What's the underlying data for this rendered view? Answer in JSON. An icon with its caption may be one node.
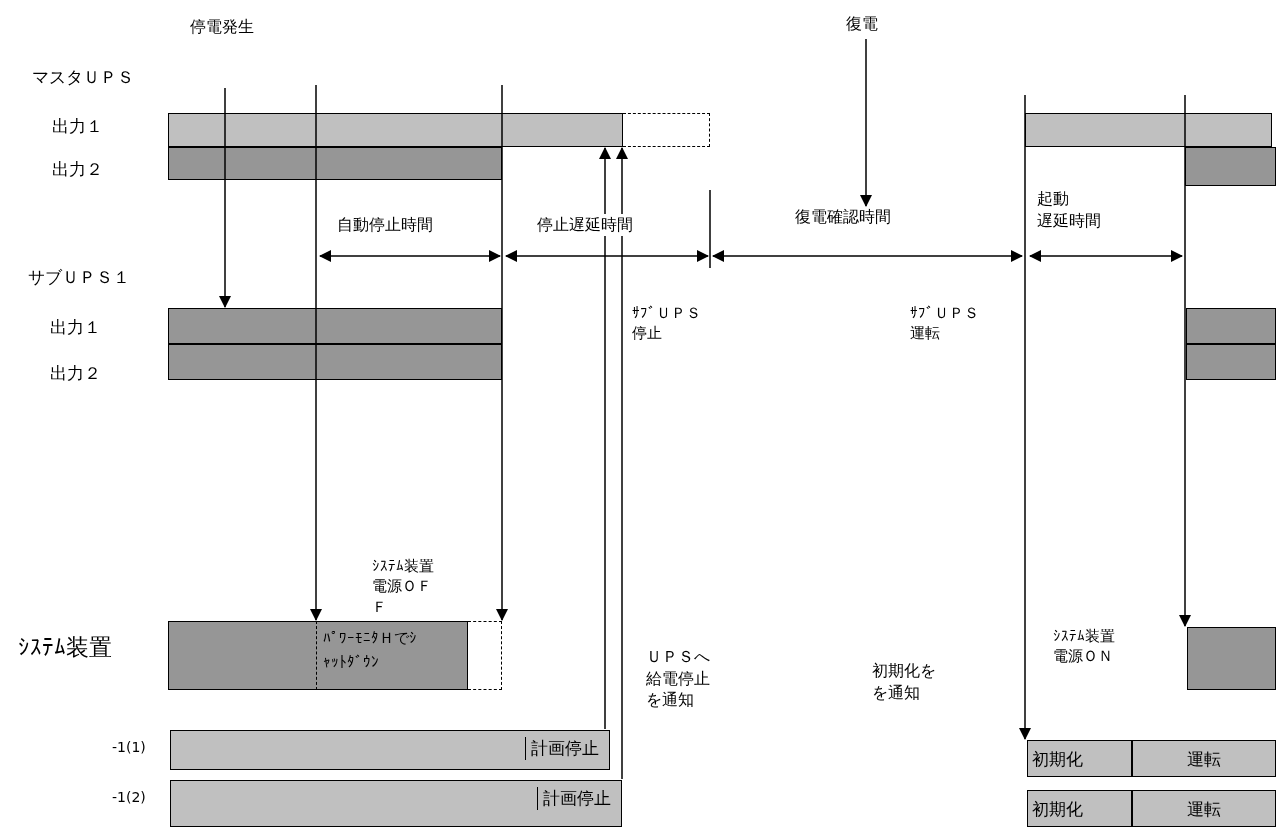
{
  "diagram": {
    "nodes": [
      {
        "text": [],
        "shape": "bar"
      },
      {
        "text": [],
        "shape": "box"
      },
      {
        "text": [],
        "shape": "bar"
      },
      {
        "text": [],
        "shape": "bar"
      },
      {
        "text": [],
        "shape": "bar"
      },
      {
        "text": [],
        "shape": "bar"
      },
      {
        "text": [],
        "shape": "bar"
      },
      {
        "text": [],
        "shape": "bar"
      },
      {
        "text": [],
        "shape": "bar"
      },
      {
        "text": [],
        "shape": "bar"
      },
      {
        "text": [
          "ﾊﾟﾜｰﾓﾆﾀＨでｼｬｯﾄﾀﾞｳﾝ"
        ]
      },
      {
        "text": [],
        "shape": "box"
      },
      {
        "text": [],
        "shape": "bar"
      },
      {
        "text": [
          "計画停止"
        ]
      },
      {
        "text": [
          "計画停止"
        ]
      },
      {
        "text": [
          "初期化"
        ]
      },
      {
        "text": [
          "運転"
        ]
      },
      {
        "text": [
          "初期化"
        ]
      },
      {
        "text": [
          "運転"
        ]
      },
      {
        "text": [
          "復電"
        ]
      },
      {
        "text": [
          "復電確認時間"
        ]
      }
    ],
    "edges": [
      {
        "from": null,
        "to": 5,
        "arrow": "to"
      },
      {
        "from": null,
        "to": 10,
        "arrow": "to"
      },
      {
        "from": null,
        "to": 11,
        "arrow": "to"
      },
      {
        "from": 13,
        "to": 0,
        "arrow": "to"
      },
      {
        "from": 14,
        "to": 0,
        "arrow": "to"
      },
      {
        "from": 19,
        "to": 20,
        "arrow": "to"
      },
      {
        "from": null,
        "to": 15,
        "arrow": "to"
      },
      {
        "from": null,
        "to": 12,
        "arrow": "to"
      }
    ],
    "labels": [
      "停電発生",
      "マスタＵＰＳ",
      "出力１",
      "出力２",
      "自動停止時間",
      "停止遅延時間",
      "起動遅延時間",
      "サブＵＰＳ１",
      "出力１",
      "出力２",
      "ｻﾌﾞＵＰＳ停止",
      "ｻﾌﾞＵＰＳ運転",
      "ｼｽﾃﾑ装置電源ＯＦＦ",
      "ｼｽﾃﾑ装置",
      "ＵＰＳへ給電停止を通知",
      "初期化をを通知",
      "ｼｽﾃﾑ装置電源ＯＮ",
      "-1(1)",
      "-1(2)"
    ]
  }
}
